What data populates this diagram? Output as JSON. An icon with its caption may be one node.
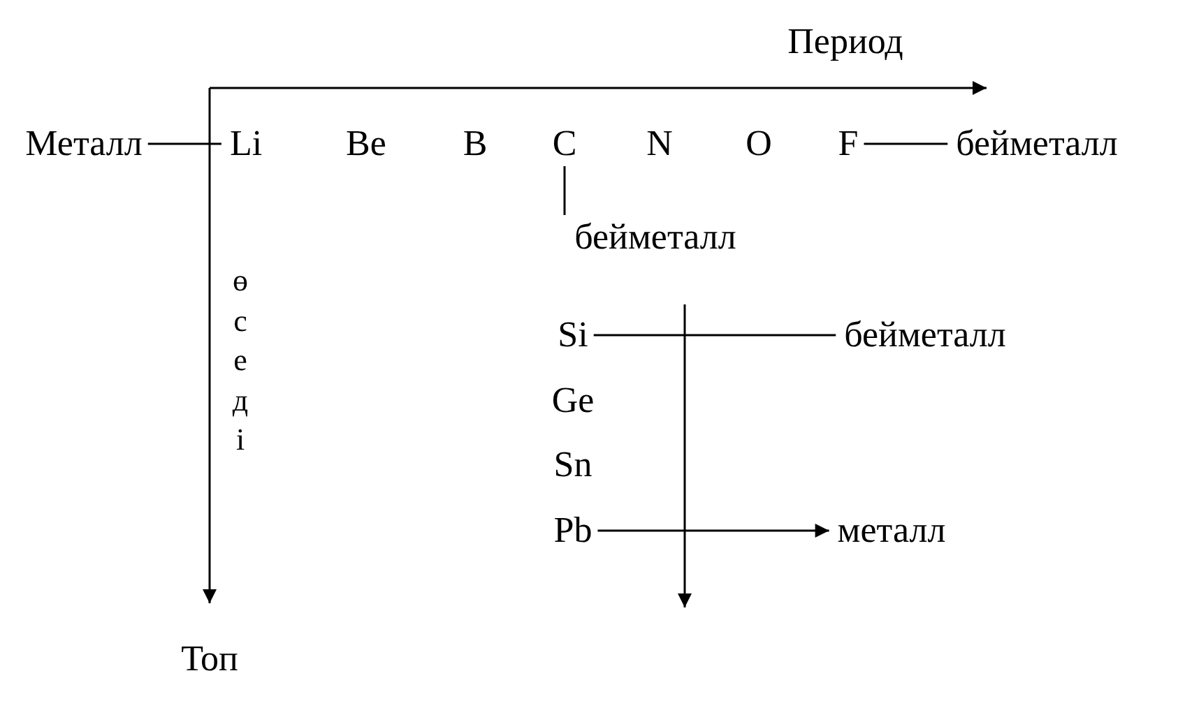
{
  "diagram": {
    "nodes": [
      {
        "text": [
          "Металл"
        ]
      },
      {
        "text": [
          "Li"
        ]
      },
      {
        "text": [
          "Be"
        ]
      },
      {
        "text": [
          "B"
        ]
      },
      {
        "text": [
          "C"
        ]
      },
      {
        "text": [
          "N"
        ]
      },
      {
        "text": [
          "O"
        ]
      },
      {
        "text": [
          "F"
        ]
      },
      {
        "text": [
          "бейметалл"
        ]
      },
      {
        "text": [
          "бейметалл"
        ]
      },
      {
        "text": [
          "Si"
        ]
      },
      {
        "text": [
          "бейметалл"
        ]
      },
      {
        "text": [
          "Ge"
        ]
      },
      {
        "text": [
          "Sn"
        ]
      },
      {
        "text": [
          "Pb"
        ]
      },
      {
        "text": [
          "металл"
        ]
      }
    ],
    "edges": [
      {
        "from": 0,
        "to": 1,
        "arrow": "none"
      },
      {
        "from": 7,
        "to": 8,
        "arrow": "none"
      },
      {
        "from": 4,
        "to": 9,
        "arrow": "none"
      },
      {
        "from": 10,
        "to": 11,
        "arrow": "none"
      },
      {
        "from": 14,
        "to": 15,
        "arrow": "to"
      }
    ],
    "labels": [
      "Период",
      "өседі",
      "Топ"
    ]
  }
}
